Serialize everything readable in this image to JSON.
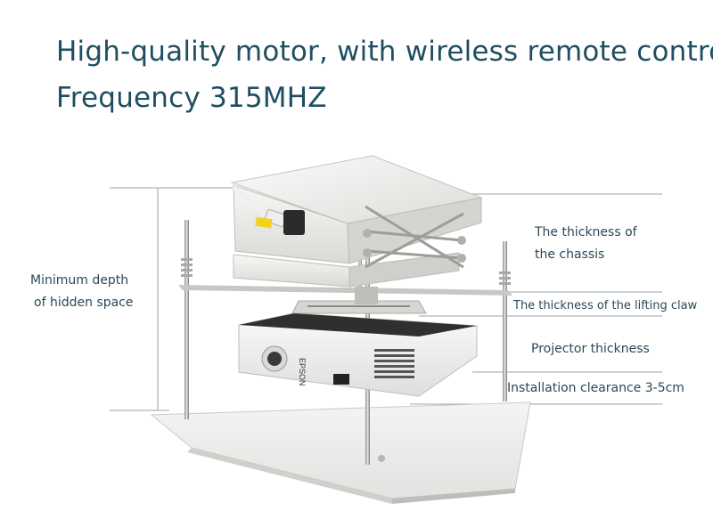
{
  "headline": {
    "line1": "High-quality motor, with wireless remote control",
    "line2": "Frequency 315MHZ"
  },
  "callouts": {
    "min_depth_line1": "Minimum depth",
    "min_depth_line2": "of hidden space",
    "chassis_line1": "The thickness of",
    "chassis_line2": "the chassis",
    "lifting_claw": "The thickness of the lifting claw",
    "projector": "Projector thickness",
    "clearance": "Installation clearance 3-5cm"
  },
  "product": {
    "brand_text": "EPSON"
  },
  "colors": {
    "headline": "#1f4e63",
    "label": "#2b4858",
    "guide_line": "#9aa6ad"
  }
}
